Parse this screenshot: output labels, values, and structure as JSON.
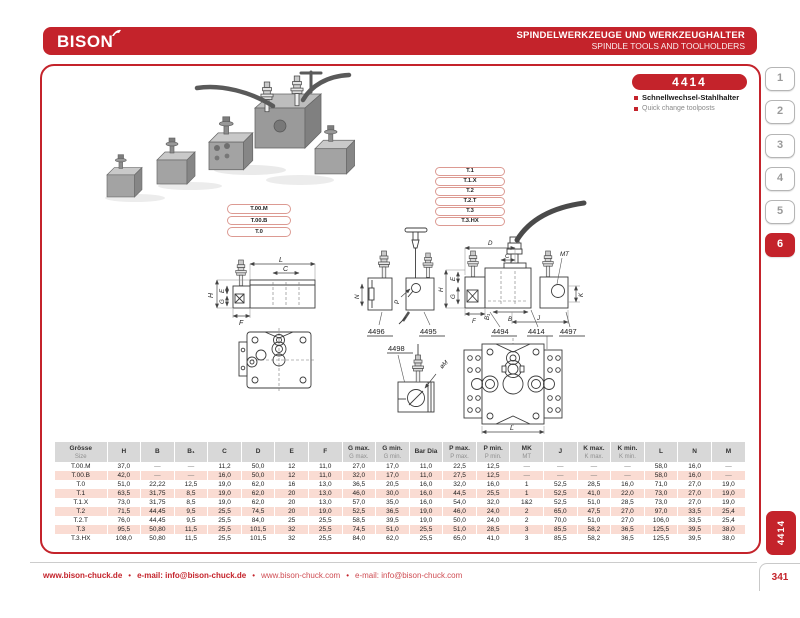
{
  "colors": {
    "accent": "#c4232b",
    "row_alt": "#fadcd3",
    "header_bg": "#d8d8d8"
  },
  "header": {
    "logo": "BISON",
    "title_de": "SPINDELWERKZEUGE UND WERKZEUGHALTER",
    "title_en": "SPINDLE TOOLS AND TOOLHOLDERS"
  },
  "product": {
    "number": "4414",
    "name_de": "Schnellwechsel-Stahlhalter",
    "name_en": "Quick change toolposts"
  },
  "side_tabs": {
    "items": [
      "1",
      "2",
      "3",
      "4",
      "5",
      "6"
    ],
    "active": "6"
  },
  "size_labels": {
    "left": [
      "T.00.M",
      "T.00.B",
      "T.0"
    ],
    "right": [
      "T.1",
      "T.1.X",
      "T.2",
      "T.2.T",
      "T.3",
      "T.3.HX"
    ]
  },
  "dims": {
    "L": "L",
    "C": "C",
    "H": "H",
    "E": "E",
    "G": "G",
    "F": "F",
    "D": "D",
    "B": "B",
    "B1": "B₁",
    "J": "J",
    "K": "K",
    "N": "N",
    "P": "P",
    "MT": "MT",
    "M": "øM"
  },
  "parts": {
    "items": [
      "4496",
      "4495",
      "4494",
      "4414",
      "4497"
    ],
    "extra": "4498"
  },
  "table": {
    "headers": [
      {
        "top": "Grösse",
        "sub": "Size"
      },
      {
        "top": "H",
        "sub": ""
      },
      {
        "top": "B",
        "sub": ""
      },
      {
        "top": "B₁",
        "sub": ""
      },
      {
        "top": "C",
        "sub": ""
      },
      {
        "top": "D",
        "sub": ""
      },
      {
        "top": "E",
        "sub": ""
      },
      {
        "top": "F",
        "sub": ""
      },
      {
        "top": "G max.",
        "sub": "G max."
      },
      {
        "top": "G min.",
        "sub": "G min."
      },
      {
        "top": "Bar Dia",
        "sub": ""
      },
      {
        "top": "P max.",
        "sub": "P max."
      },
      {
        "top": "P min.",
        "sub": "P min."
      },
      {
        "top": "MK",
        "sub": "MT"
      },
      {
        "top": "J",
        "sub": ""
      },
      {
        "top": "K max.",
        "sub": "K max."
      },
      {
        "top": "K min.",
        "sub": "K min."
      },
      {
        "top": "L",
        "sub": ""
      },
      {
        "top": "N",
        "sub": ""
      },
      {
        "top": "M",
        "sub": ""
      }
    ],
    "rows": [
      [
        "T.00.M",
        "37,0",
        "—",
        "—",
        "11,2",
        "50,0",
        "12",
        "11,0",
        "27,0",
        "17,0",
        "11,0",
        "22,5",
        "12,5",
        "—",
        "—",
        "—",
        "—",
        "58,0",
        "16,0",
        "—"
      ],
      [
        "T.00.B",
        "42,0",
        "—",
        "—",
        "16,0",
        "50,0",
        "12",
        "11,0",
        "32,0",
        "17,0",
        "11,0",
        "27,5",
        "12,5",
        "—",
        "—",
        "—",
        "—",
        "58,0",
        "16,0",
        "—"
      ],
      [
        "T.0",
        "51,0",
        "22,22",
        "12,5",
        "19,0",
        "62,0",
        "16",
        "13,0",
        "36,5",
        "20,5",
        "16,0",
        "32,0",
        "16,0",
        "1",
        "52,5",
        "28,5",
        "16,0",
        "71,0",
        "27,0",
        "19,0"
      ],
      [
        "T.1",
        "63,5",
        "31,75",
        "8,5",
        "19,0",
        "62,0",
        "20",
        "13,0",
        "46,0",
        "30,0",
        "16,0",
        "44,5",
        "25,5",
        "1",
        "52,5",
        "41,0",
        "22,0",
        "73,0",
        "27,0",
        "19,0"
      ],
      [
        "T.1.X",
        "73,0",
        "31,75",
        "8,5",
        "19,0",
        "62,0",
        "20",
        "13,0",
        "57,0",
        "35,0",
        "16,0",
        "54,0",
        "32,0",
        "1&2",
        "52,5",
        "51,0",
        "28,5",
        "73,0",
        "27,0",
        "19,0"
      ],
      [
        "T.2",
        "71,5",
        "44,45",
        "9,5",
        "25,5",
        "74,5",
        "20",
        "19,0",
        "52,5",
        "36,5",
        "19,0",
        "46,0",
        "24,0",
        "2",
        "65,0",
        "47,5",
        "27,0",
        "97,0",
        "33,5",
        "25,4"
      ],
      [
        "T.2.T",
        "76,0",
        "44,45",
        "9,5",
        "25,5",
        "84,0",
        "25",
        "25,5",
        "58,5",
        "39,5",
        "19,0",
        "50,0",
        "24,0",
        "2",
        "70,0",
        "51,0",
        "27,0",
        "106,0",
        "33,5",
        "25,4"
      ],
      [
        "T.3",
        "95,5",
        "50,80",
        "11,5",
        "25,5",
        "101,5",
        "32",
        "25,5",
        "74,5",
        "51,0",
        "25,5",
        "51,0",
        "28,5",
        "3",
        "85,5",
        "58,2",
        "36,5",
        "125,5",
        "39,5",
        "38,0"
      ],
      [
        "T.3.HX",
        "108,0",
        "50,80",
        "11,5",
        "25,5",
        "101,5",
        "32",
        "25,5",
        "84,0",
        "62,0",
        "25,5",
        "65,0",
        "41,0",
        "3",
        "85,5",
        "58,2",
        "36,5",
        "125,5",
        "39,5",
        "38,0"
      ]
    ]
  },
  "footer": {
    "separator": "•",
    "links": [
      {
        "text": "www.bison-chuck.de",
        "strong": true
      },
      {
        "text": "e-mail: info@bison-chuck.de",
        "strong": true
      },
      {
        "text": "www.bison-chuck.com",
        "strong": false
      },
      {
        "text": "e-mail: info@bison-chuck.com",
        "strong": false
      }
    ]
  },
  "page": {
    "number": "341",
    "side_label": "4414"
  }
}
